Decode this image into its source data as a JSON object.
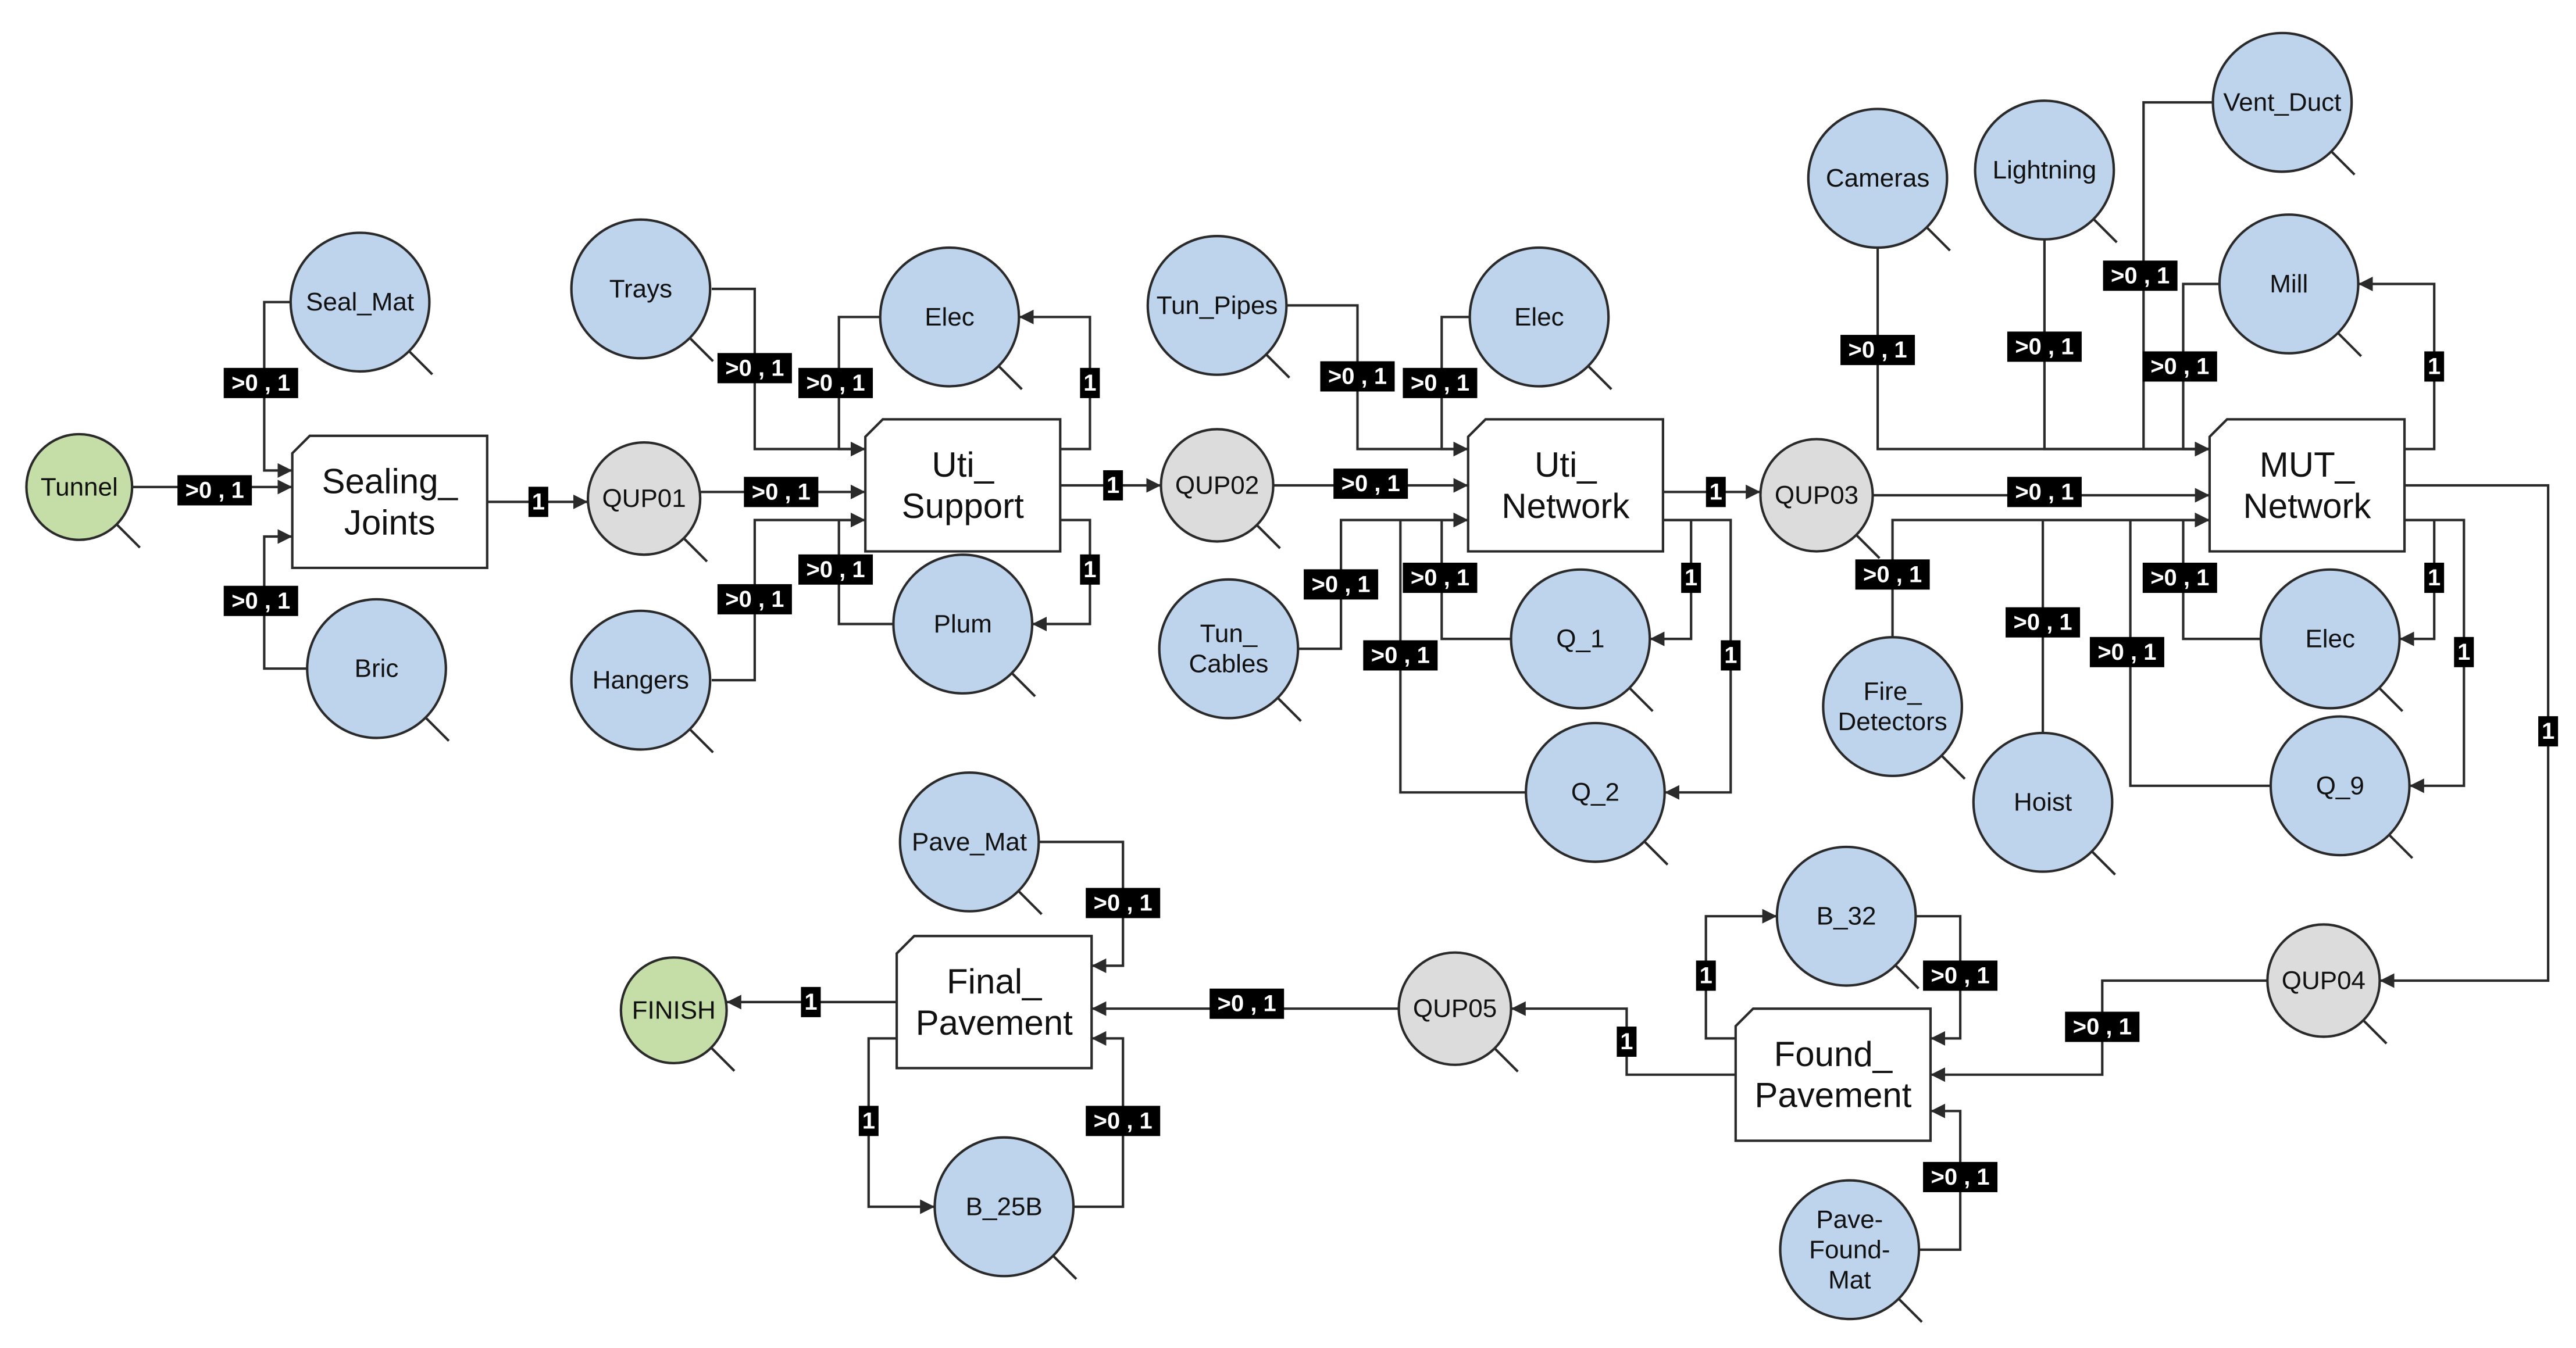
{
  "colors": {
    "start_end": "#c5dea7",
    "resource": "#bed3ec",
    "queue": "#dcdcdc",
    "stroke": "#2a2a2a",
    "label_bg": "#000000",
    "label_text": "#ffffff"
  },
  "nodes": [
    {
      "id": "tunnel",
      "lines": [
        "Tunnel"
      ],
      "kind": "start"
    },
    {
      "id": "seal-mat",
      "lines": [
        "Seal_Mat"
      ],
      "kind": "resource"
    },
    {
      "id": "bric",
      "lines": [
        "Bric"
      ],
      "kind": "resource"
    },
    {
      "id": "sealing-joints",
      "lines": [
        "Sealing_",
        "Joints"
      ],
      "kind": "activity"
    },
    {
      "id": "qup01",
      "lines": [
        "QUP01"
      ],
      "kind": "queue"
    },
    {
      "id": "trays",
      "lines": [
        "Trays"
      ],
      "kind": "resource"
    },
    {
      "id": "hangers",
      "lines": [
        "Hangers"
      ],
      "kind": "resource"
    },
    {
      "id": "elec-1",
      "lines": [
        "Elec"
      ],
      "kind": "resource"
    },
    {
      "id": "plum",
      "lines": [
        "Plum"
      ],
      "kind": "resource"
    },
    {
      "id": "uti-support",
      "lines": [
        "Uti_",
        "Support"
      ],
      "kind": "activity"
    },
    {
      "id": "qup02",
      "lines": [
        "QUP02"
      ],
      "kind": "queue"
    },
    {
      "id": "tun-pipes",
      "lines": [
        "Tun_Pipes"
      ],
      "kind": "resource"
    },
    {
      "id": "tun-cables",
      "lines": [
        "Tun_",
        "Cables"
      ],
      "kind": "resource"
    },
    {
      "id": "elec-2",
      "lines": [
        "Elec"
      ],
      "kind": "resource"
    },
    {
      "id": "q-1",
      "lines": [
        "Q_1"
      ],
      "kind": "resource"
    },
    {
      "id": "q-2",
      "lines": [
        "Q_2"
      ],
      "kind": "resource"
    },
    {
      "id": "uti-network",
      "lines": [
        "Uti_",
        "Network"
      ],
      "kind": "activity"
    },
    {
      "id": "qup03",
      "lines": [
        "QUP03"
      ],
      "kind": "queue"
    },
    {
      "id": "cameras",
      "lines": [
        "Cameras"
      ],
      "kind": "resource"
    },
    {
      "id": "lightning",
      "lines": [
        "Lightning"
      ],
      "kind": "resource"
    },
    {
      "id": "vent-duct",
      "lines": [
        "Vent_Duct"
      ],
      "kind": "resource"
    },
    {
      "id": "mill",
      "lines": [
        "Mill"
      ],
      "kind": "resource"
    },
    {
      "id": "fire-detectors",
      "lines": [
        "Fire_",
        "Detectors"
      ],
      "kind": "resource"
    },
    {
      "id": "hoist",
      "lines": [
        "Hoist"
      ],
      "kind": "resource"
    },
    {
      "id": "elec-3",
      "lines": [
        "Elec"
      ],
      "kind": "resource"
    },
    {
      "id": "q-9",
      "lines": [
        "Q_9"
      ],
      "kind": "resource"
    },
    {
      "id": "mut-network",
      "lines": [
        "MUT_",
        "Network"
      ],
      "kind": "activity"
    },
    {
      "id": "qup04",
      "lines": [
        "QUP04"
      ],
      "kind": "queue"
    },
    {
      "id": "b-32",
      "lines": [
        "B_32"
      ],
      "kind": "resource"
    },
    {
      "id": "pave-found-mat",
      "lines": [
        "Pave-",
        "Found-",
        "Mat"
      ],
      "kind": "resource"
    },
    {
      "id": "found-pavement",
      "lines": [
        "Found_",
        "Pavement"
      ],
      "kind": "activity"
    },
    {
      "id": "qup05",
      "lines": [
        "QUP05"
      ],
      "kind": "queue"
    },
    {
      "id": "pave-mat",
      "lines": [
        "Pave_Mat"
      ],
      "kind": "resource"
    },
    {
      "id": "b-25b",
      "lines": [
        "B_25B"
      ],
      "kind": "resource"
    },
    {
      "id": "final-pavement",
      "lines": [
        "Final_",
        "Pavement"
      ],
      "kind": "activity"
    },
    {
      "id": "finish",
      "lines": [
        "FINISH"
      ],
      "kind": "end"
    }
  ],
  "edges": [
    {
      "from": "tunnel",
      "to": "sealing-joints",
      "label": ">0 , 1"
    },
    {
      "from": "seal-mat",
      "to": "sealing-joints",
      "label": ">0 , 1"
    },
    {
      "from": "bric",
      "to": "sealing-joints",
      "label": ">0 , 1"
    },
    {
      "from": "sealing-joints",
      "to": "qup01",
      "label": "1"
    },
    {
      "from": "qup01",
      "to": "uti-support",
      "label": ">0 , 1"
    },
    {
      "from": "trays",
      "to": "uti-support",
      "label": ">0 , 1"
    },
    {
      "from": "hangers",
      "to": "uti-support",
      "label": ">0 , 1"
    },
    {
      "from": "elec-1",
      "to": "uti-support",
      "label": ">0 , 1"
    },
    {
      "from": "uti-support",
      "to": "elec-1",
      "label": "1"
    },
    {
      "from": "plum",
      "to": "uti-support",
      "label": ">0 , 1"
    },
    {
      "from": "uti-support",
      "to": "plum",
      "label": "1"
    },
    {
      "from": "uti-support",
      "to": "qup02",
      "label": "1"
    },
    {
      "from": "qup02",
      "to": "uti-network",
      "label": ">0 , 1"
    },
    {
      "from": "tun-pipes",
      "to": "uti-network",
      "label": ">0 , 1"
    },
    {
      "from": "elec-2",
      "to": "uti-network",
      "label": ">0 , 1"
    },
    {
      "from": "tun-cables",
      "to": "uti-network",
      "label": ">0 , 1"
    },
    {
      "from": "q-1",
      "to": "uti-network",
      "label": ">0 , 1"
    },
    {
      "from": "uti-network",
      "to": "q-1",
      "label": "1"
    },
    {
      "from": "q-2",
      "to": "uti-network",
      "label": ">0 , 1"
    },
    {
      "from": "uti-network",
      "to": "q-2",
      "label": "1"
    },
    {
      "from": "uti-network",
      "to": "qup03",
      "label": "1"
    },
    {
      "from": "qup03",
      "to": "mut-network",
      "label": ">0 , 1"
    },
    {
      "from": "cameras",
      "to": "mut-network",
      "label": ">0 , 1"
    },
    {
      "from": "lightning",
      "to": "mut-network",
      "label": ">0 , 1"
    },
    {
      "from": "vent-duct",
      "to": "mut-network",
      "label": ">0 , 1"
    },
    {
      "from": "mill",
      "to": "mut-network",
      "label": ">0 , 1"
    },
    {
      "from": "mut-network",
      "to": "mill",
      "label": "1"
    },
    {
      "from": "fire-detectors",
      "to": "mut-network",
      "label": ">0 , 1"
    },
    {
      "from": "hoist",
      "to": "mut-network",
      "label": ">0 , 1"
    },
    {
      "from": "elec-3",
      "to": "mut-network",
      "label": ">0 , 1"
    },
    {
      "from": "mut-network",
      "to": "elec-3",
      "label": "1"
    },
    {
      "from": "q-9",
      "to": "mut-network",
      "label": ">0 , 1"
    },
    {
      "from": "mut-network",
      "to": "q-9",
      "label": "1"
    },
    {
      "from": "mut-network",
      "to": "qup04",
      "label": "1"
    },
    {
      "from": "qup04",
      "to": "found-pavement",
      "label": ">0 , 1"
    },
    {
      "from": "b-32",
      "to": "found-pavement",
      "label": ">0 , 1"
    },
    {
      "from": "found-pavement",
      "to": "b-32",
      "label": "1"
    },
    {
      "from": "pave-found-mat",
      "to": "found-pavement",
      "label": ">0 , 1"
    },
    {
      "from": "found-pavement",
      "to": "qup05",
      "label": "1"
    },
    {
      "from": "qup05",
      "to": "final-pavement",
      "label": ">0 , 1"
    },
    {
      "from": "pave-mat",
      "to": "final-pavement",
      "label": ">0 , 1"
    },
    {
      "from": "b-25b",
      "to": "final-pavement",
      "label": ">0 , 1"
    },
    {
      "from": "final-pavement",
      "to": "b-25b",
      "label": "1"
    },
    {
      "from": "final-pavement",
      "to": "finish",
      "label": "1"
    }
  ]
}
